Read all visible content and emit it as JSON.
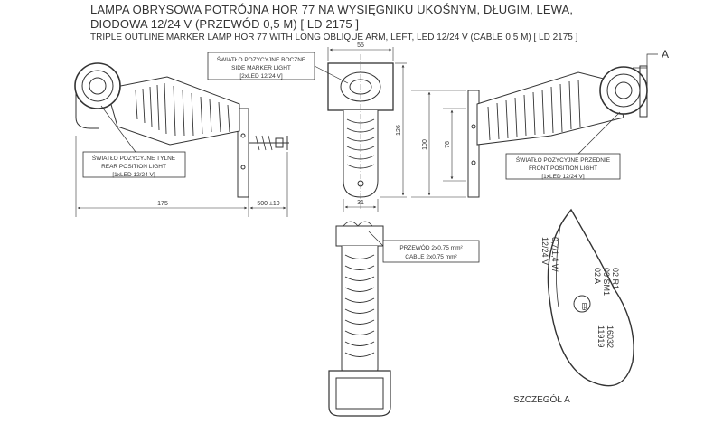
{
  "header": {
    "title_pl_line1": "LAMPA OBRYSOWA POTRÓJNA HOR 77 NA WYSIĘGNIKU UKOŚNYM, DŁUGIM, LEWA,",
    "title_pl_line2": "DIODOWA 12/24 V (PRZEWÓD 0,5 M) [ LD 2175 ]",
    "title_en": "TRIPLE OUTLINE MARKER LAMP HOR 77 WITH LONG OBLIQUE ARM, LEFT, LED 12/24 V (CABLE 0,5 M) [ LD 2175 ]"
  },
  "callouts": {
    "side": [
      "ŚWIATŁO POZYCYJNE BOCZNE",
      "SIDE MARKER LIGHT",
      "[2xLED 12/24 V]"
    ],
    "rear": [
      "ŚWIATŁO POZYCYJNE TYLNE",
      "REAR POSITION LIGHT",
      "[1xLED 12/24 V]"
    ],
    "front": [
      "ŚWIATŁO POZYCYJNE PRZEDNIE",
      "FRONT POSITION LIGHT",
      "[1xLED 12/24 V]"
    ],
    "cable": [
      "PRZEWÓD 2x0,75 mm²",
      "CABLE 2x0,75 mm²"
    ]
  },
  "dimensions": {
    "length": "175",
    "cable_length": "500 ±10",
    "top_width": "55",
    "bottom_width": "31",
    "height_total": "126",
    "height_inner": "100",
    "height_side": "76"
  },
  "detail": {
    "marker": "A",
    "caption": "SZCZEGÓŁ A",
    "text_col1": [
      "12/24 V",
      "0,7/1,4 W"
    ],
    "text_col2": [
      "02 A",
      "00 SM1",
      "02 R1"
    ],
    "e_mark": "E9",
    "text_col3": [
      "11919",
      "16032"
    ]
  }
}
